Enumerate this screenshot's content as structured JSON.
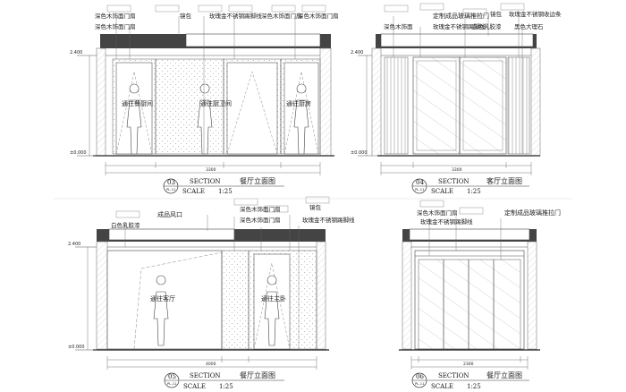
{
  "panels": [
    {
      "id": "03",
      "sheet_ref": "PL-11",
      "section_label": "SECTION",
      "scale_label": "SCALE",
      "scale_value": "1:25",
      "title": "餐厅立面图",
      "level_top": "2.400",
      "level_bottom": "±0.000",
      "callouts": [
        "深色木饰面门扇",
        "深色木饰面门扇",
        "镜包",
        "玫瑰金不锈钢踢脚线",
        "深色木饰面门扇",
        "深色木饰面门扇"
      ],
      "room_labels": [
        "通往餐厨间",
        "通往厨卫间",
        "通往厨房"
      ],
      "dim_overall": "3300"
    },
    {
      "id": "04",
      "sheet_ref": "PL-11",
      "section_label": "SECTION",
      "scale_label": "SCALE",
      "scale_value": "1:25",
      "title": "客厅立面图",
      "level_top": "2.400",
      "level_bottom": "±0.000",
      "callouts": [
        "深色木饰面",
        "定制成品玻璃推拉门",
        "镜包",
        "玫瑰金不锈钢收边条",
        "玫瑰金不锈钢踢脚线",
        "白色乳胶漆",
        "黑色大理石"
      ],
      "dim_overall": "3300"
    },
    {
      "id": "05",
      "sheet_ref": "PL-11",
      "section_label": "SECTION",
      "scale_label": "SCALE",
      "scale_value": "1:25",
      "title": "餐厅立面图",
      "level_top": "2.400",
      "level_bottom": "±0.000",
      "callouts": [
        "成品风口",
        "白色乳胶漆",
        "深色木饰面门扇",
        "深色木饰面门扇",
        "镜包",
        "玫瑰金不锈钢踢脚线"
      ],
      "room_labels": [
        "通往客厅",
        "通往主卧"
      ],
      "dim_overall": "4000"
    },
    {
      "id": "06",
      "sheet_ref": "PL-11",
      "section_label": "SECTION",
      "scale_label": "SCALE",
      "scale_value": "1:25",
      "title": "餐厅立面图",
      "callouts": [
        "深色木饰面门扇",
        "定制成品玻璃推拉门",
        "玫瑰金不锈钢踢脚线"
      ],
      "dim_overall": "2300"
    }
  ]
}
